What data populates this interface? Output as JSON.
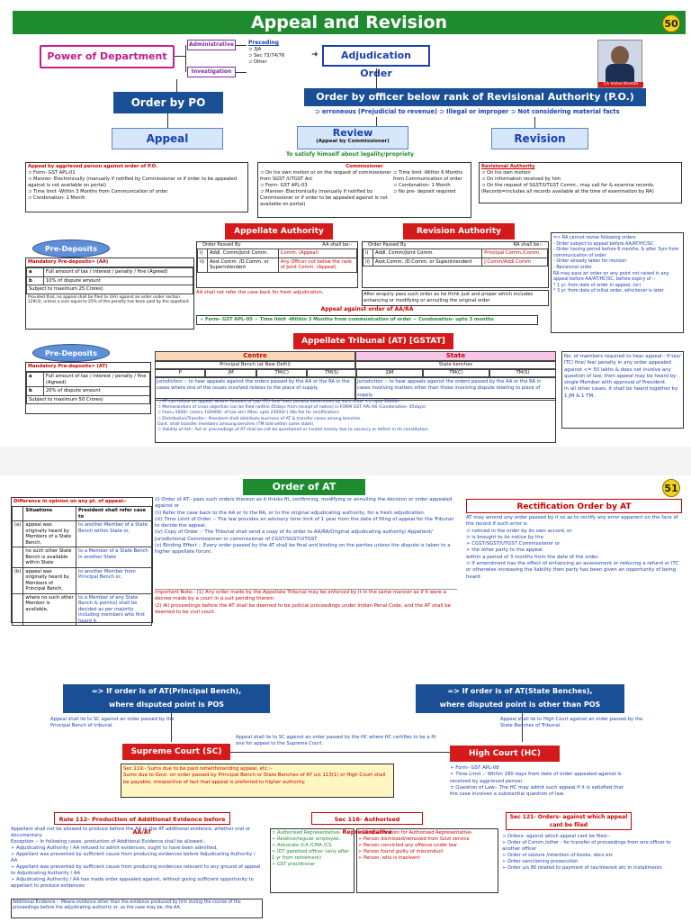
{
  "page1": {
    "title": "Appeal and Revision",
    "page_no": "50",
    "author": "CA Vishal Khetan",
    "power_of_department": "Power of Department",
    "administrative": "Administrative",
    "investigation": "Investigation",
    "preceding_title": "Preceding",
    "preceding_items": "⊃ 3JA\n⊃ Sec 73/74/76\n⊃ Other",
    "adjudication_order": "Adjudication Order",
    "order_by_po": "Order by PO",
    "order_by_officer": "Order by officer below rank  of Revisional Authority (P.O.)",
    "officer_conditions": "⊃ erroneous (Prejudicial to revenue)  ⊃ Illegal or improper  ⊃ Not considering material facts",
    "appeal": "Appeal",
    "review": "Review",
    "review_sub": "(Appeal by Commissioner)",
    "revision": "Revision",
    "legality_note": "To satisfy himself about legality/propriety",
    "appeal_box_title": "Appeal by aggrieved person against order of P.O.",
    "appeal_box_text": "⊃ Form- GST APL-01\n⊃ Manner- Electronically (manually if notified by Commissioner or if order to be appealed against is not available on portal)\n⊃ Time limit -Within 3 Months from Communication of order\n⊃ Condonation- 1 Month",
    "commissioner_title": "Commissioner",
    "commissioner_left": "⊃ On his own motion or on the request of commissioner from SGST /UTGST Act\n⊃ Form- GST APL-03\n⊃ Manner- Electronically (manually if notified by Commissioner or if order to be appealed against is not available on portal)",
    "commissioner_right": "⊃ Time limit -Within 6 Months from Communication of order\n⊃ Condonation- 1 Month\n⊃ No pre- deposit required",
    "revisional_title": "Revisional Authority",
    "revisional_text": "⊃ On his own motion\n⊃ On information received by him\n⊃ On the request of SGST/UTGST Comm., may call for & examine records. (Records=includes all records available at the time of examination by RA)",
    "appellate_authority": "Appellate Authority",
    "revision_authority": "Revision Authority",
    "pre_deposits": "Pre-Deposits",
    "mandatory_aa": "Mandatory Pre-deposits= (AA)",
    "aa_a": "Full amount of tax / interest / penalty / fine (Agreed)",
    "aa_b": "10% of dispute amount",
    "aa_subject": "Subject to maximum 25 Crores)",
    "aa_note": "Provided that, no appeal shall be filed to (AA) against an order under section 129(3), unless a sum equal to 25% of the penalty has been paid by the appellant.",
    "aa_table_head_left": "Order Passed By",
    "aa_table_head_right": "AA shall be:-",
    "aa_row1_left": "Addl. Comm/Joint Comm.",
    "aa_row1_right": "Comm. (Appeal)",
    "aa_row2_left": "Asst.Comm. /D.Comm. or Superintendent",
    "aa_row2_right": "Any Officer not below the rank of Joint Comm. (Appeal)",
    "aa_note2": "AA shall not refer the case back for fresh adjudication.",
    "ra_table_head_left": "Order Passed By",
    "ra_table_head_right": "RA shall be:-",
    "ra_row1_left": "Addl. Comm/Joint Comm.",
    "ra_row1_right": "Principal Comm./Comm.",
    "ra_row2_left": "Asst.Comm. /D.Comm. or Superintendent",
    "ra_row2_right": "J.Comm/Addl.Comm",
    "ra_note": "After enquiry pass such order as he think just and proper which includes enhancing or modifying or annulling the original order",
    "ra_cannot": "=> RA cannot revise following orders\n- Order subject to appeal before AA/AT/HC/SC\n- Order having period before 6 months, & after 3yrs from communication of order\n- Order already taken for revision\n- Revisional order\nRA may pass an order on any point not raised in any appeal before AA/AT/HC/SC, before expiry of :-\n* 1 yr. from date of order in appeal, (or)\n* 3 yr. from date of initial order, whichever is later",
    "appeal_against_aa": "Appeal against order of AA/RA",
    "aa_ra_form": "➢ Form- GST APL-05   ➢ Time limit -Within 3 Months from communication of order   ➢ Condonation- upto 3 months",
    "tribunal": "Appellate Tribunal (AT) [GSTAT]",
    "centre": "Centre",
    "state": "State",
    "principal_bench": "Principal Bench (at New Delhi)",
    "state_benches": "State benches",
    "centre_cols": [
      "P",
      "JM",
      "TM(C)",
      "TM(S)"
    ],
    "state_cols": [
      "2JM",
      "TM(C)",
      "TM(S)"
    ],
    "jurisdiction_centre": "Jurisdiction :- to hear appeals against the orders passed by the AA or the RA in the cases where one of the issues involved relates to the place of supply.",
    "jurisdiction_state": "Jurisdiction :- to hear appeals against the orders passed by the AA or the RA in cases involving matters other than those involving dispute relating to place of supply.",
    "tribunal_points": "⊃ AT can refuse an appeal, where- Amount of tax/ ITC/ fine/ fees/ penalty determined by such order <= upto 50000/-\n⊃ Memorandum of cross objection can be filed (within 45days from receipt of notice) in FORM GST APL-06 (Condonation- 45days)\n⊃ Fees=1000/- (every 100000/- of tax etc) (Max: upto 25000/-) (No fee for rectification)\n⊃ Distribution/Transfer:- President shall distribute business of AT & transfer cases among benches.\n   Govt. shall transfer members amoung benches (TM told within same state).\n⊃ Validity of Act:- Act or proceedings of AT shall be not be questioned or invalid merely due to vacancy or defect in its constitution.",
    "no_members": "No. of members required to hear appeal:- If tax/ ITC/ fine/ fee/ penalty in any order appealed against <= 50 lakhs & does not involve any question of law, then appeal may be heard by single Member with approval of President.\nIn all other cases, it shall be heard together by 1 JM & 1 TM."
  },
  "page2": {
    "order_of_at": "Order of AT",
    "page_no": "51",
    "difference_title": "Difference in opinion on any pt. of appeal:-",
    "diff_head_left": "Situations",
    "diff_head_right": "President shall refer case to",
    "diff_rows": [
      {
        "tag": "(a)",
        "left": "appeal was originally heard by Members of a State Bench,",
        "right": "to another Member of a State Bench within State or,"
      },
      {
        "tag": "",
        "left": "no such other State Bench is available within State",
        "right": "to a Member of a State Bench in another State"
      },
      {
        "tag": "(b)",
        "left": "appeal was originally heard by Members of Principal Bench,",
        "right": "to another Member from Principal Bench or,"
      },
      {
        "tag": "",
        "left": "where no such other Member is available,",
        "right": "to a Member of any State Bench & point(s) shall be decided as per majority including members who first heard it."
      }
    ],
    "order_points": "(i) Order of AT:- pass such orders thereon as it thinks fit, confirming, modifying or annulling the decision or order appealed against or\n(ii) Refer the case back to the AA or to the RA, or to the original adjudicating authority, for a fresh adjudication.\n(iii) Time Limit of Order :- The law provides an advisory time limit of 1 year from the date of filing of appeal for the Tribunal to decide the appeal.\n(iv) Copy of Order :- The Tribunal shall send a copy of its order to AA/RA/Original adjudicating authority/ Appellant/ Jurisdictional Commissioner or commissioner of CGST/SGST/UTGST\n(v) Binding Effect :- Every order passed by the AT shall be final and binding on the parties unless the dispute is taken to a higher appellate forum.",
    "important_note": "Important Note:- (1) Any order made by the Appellate Tribunal may be enforced by it in the same manner as if it were a decree made by a court in a suit pending therein\n(2) All proceedings before the AT shall be deemed to be judicial proceedings under Indian Penal Code, and the AT shall be deemed to be civil court.",
    "rectification_title": "Rectification Order by AT",
    "rectification_text": "AT may amend any order passed by it so as to rectify any error apparent on the face of the record if such error is\n⊃ noticed in the order by its own accord, or\n⊃ is brought to its notice by the\n   ➢ CGST/SGST/UTGST Commissioner or\n   ➢ the other party to the appeal\n               within a period of 3 months from the date of the order.\n⊃ If amendment has the effect of enhancing an assessment or reducing a refund or ITC or otherwise increasing the liability then party has been given an opportunity of being heard.",
    "pos_left": "=> If order is of AT(Principal Bench),\nwhere disputed point is POS",
    "pos_right": "=> If order is of AT(State Benches),\nwhere disputed point is other than POS",
    "sc_appeal_note": "Appeal shall lie to SC against an order passed by the Principal Bench of tribunal.",
    "hc_appeal_note": "Appeal shall lie to High Court against an order passed by the State Benches of Tribunal.",
    "hc_to_sc_note": "Appeal shall lie to SC against an order passed by the HC where HC certifies to be a fit one for appeal to the Supreme Court.",
    "supreme_court": "Supreme Court (SC)",
    "high_court": "High Court (HC)",
    "sc_sec": "Sec 119:- Sums due to be paid notwithstanding appeal, etc.:-\nSums due to Govt. on order passed by Principal Bench or State Benches of AT u/s 113(1) or High Court shall be payable, irrespective of fact that appeal is preferred to higher authority.",
    "hc_points": "➢ Form- GST APL-08\n➢ Time Limit :- Within 180 days from date of order appealed against is received by aggrieved person.\n⊃ Question of Law:- The HC may admit such appeal if it is satisfied that the case involves a substantial question of law.",
    "rule112_title": "Rule 112- Production of Additional Evidence before AA/AT",
    "rule112_text": "Appellant shall not be allowed to produce before the AA or the AT additional evidence, whether oral or documentary.\nException :- In following cases, production of Additional Evidence shall be allowed:-\n➢ Adjudicating Authority / AA refused to admit evidences, ought to have been admitted,\n➢ Appellant was prevented by sufficient cause from producing evidences before Adjudicating Authority / AA\n➢ Appellant was prevented by sufficient cause from producing evidences relevant to any ground of appeal to Adjudicating Authority / AA\n➢ Adjudicating Authority / AA has made order appealed against, without giving sufficient opportunity to appellant to produce evidences",
    "rule112_footer": "Additional Evidence :- Means evidence other than the evidence produced by him during the course of the proceedings before the adjudicating authority or, as the case may be, the AA.",
    "sec116_title": "Sec 116- Authorised Representative",
    "sec116_left": "⊃ Authorised Representative-\n➢ Relative/regular employee,\n➢ Advocate /CA /CMA /CS,\n➢ IDT gazetted officer (only after 1 yr from retirement)\n➢ GST practitioner",
    "sec116_right": "⊃ Disqualification for Authorised Representative-\n➢ Person dismissed/removed from Govt service\n➢ Person convicted any offence under law\n➢ Person found guilty of misconduct\n➢ Person, who is insolvent",
    "sec121_title": "Sec 121- Orders- against which appeal cant be filed",
    "sec121_text": "⊃ Orders- against which appeal cant be filed:-\n➢ Order of Comm./other - for transfer of proceedings from one officer to another officer\n➢ Order of seizure /retention of books, docs etc\n➢ Order sanctioning prosecution\n➢ Order u/s 80 related to payment of tax/interest etc in installments"
  }
}
